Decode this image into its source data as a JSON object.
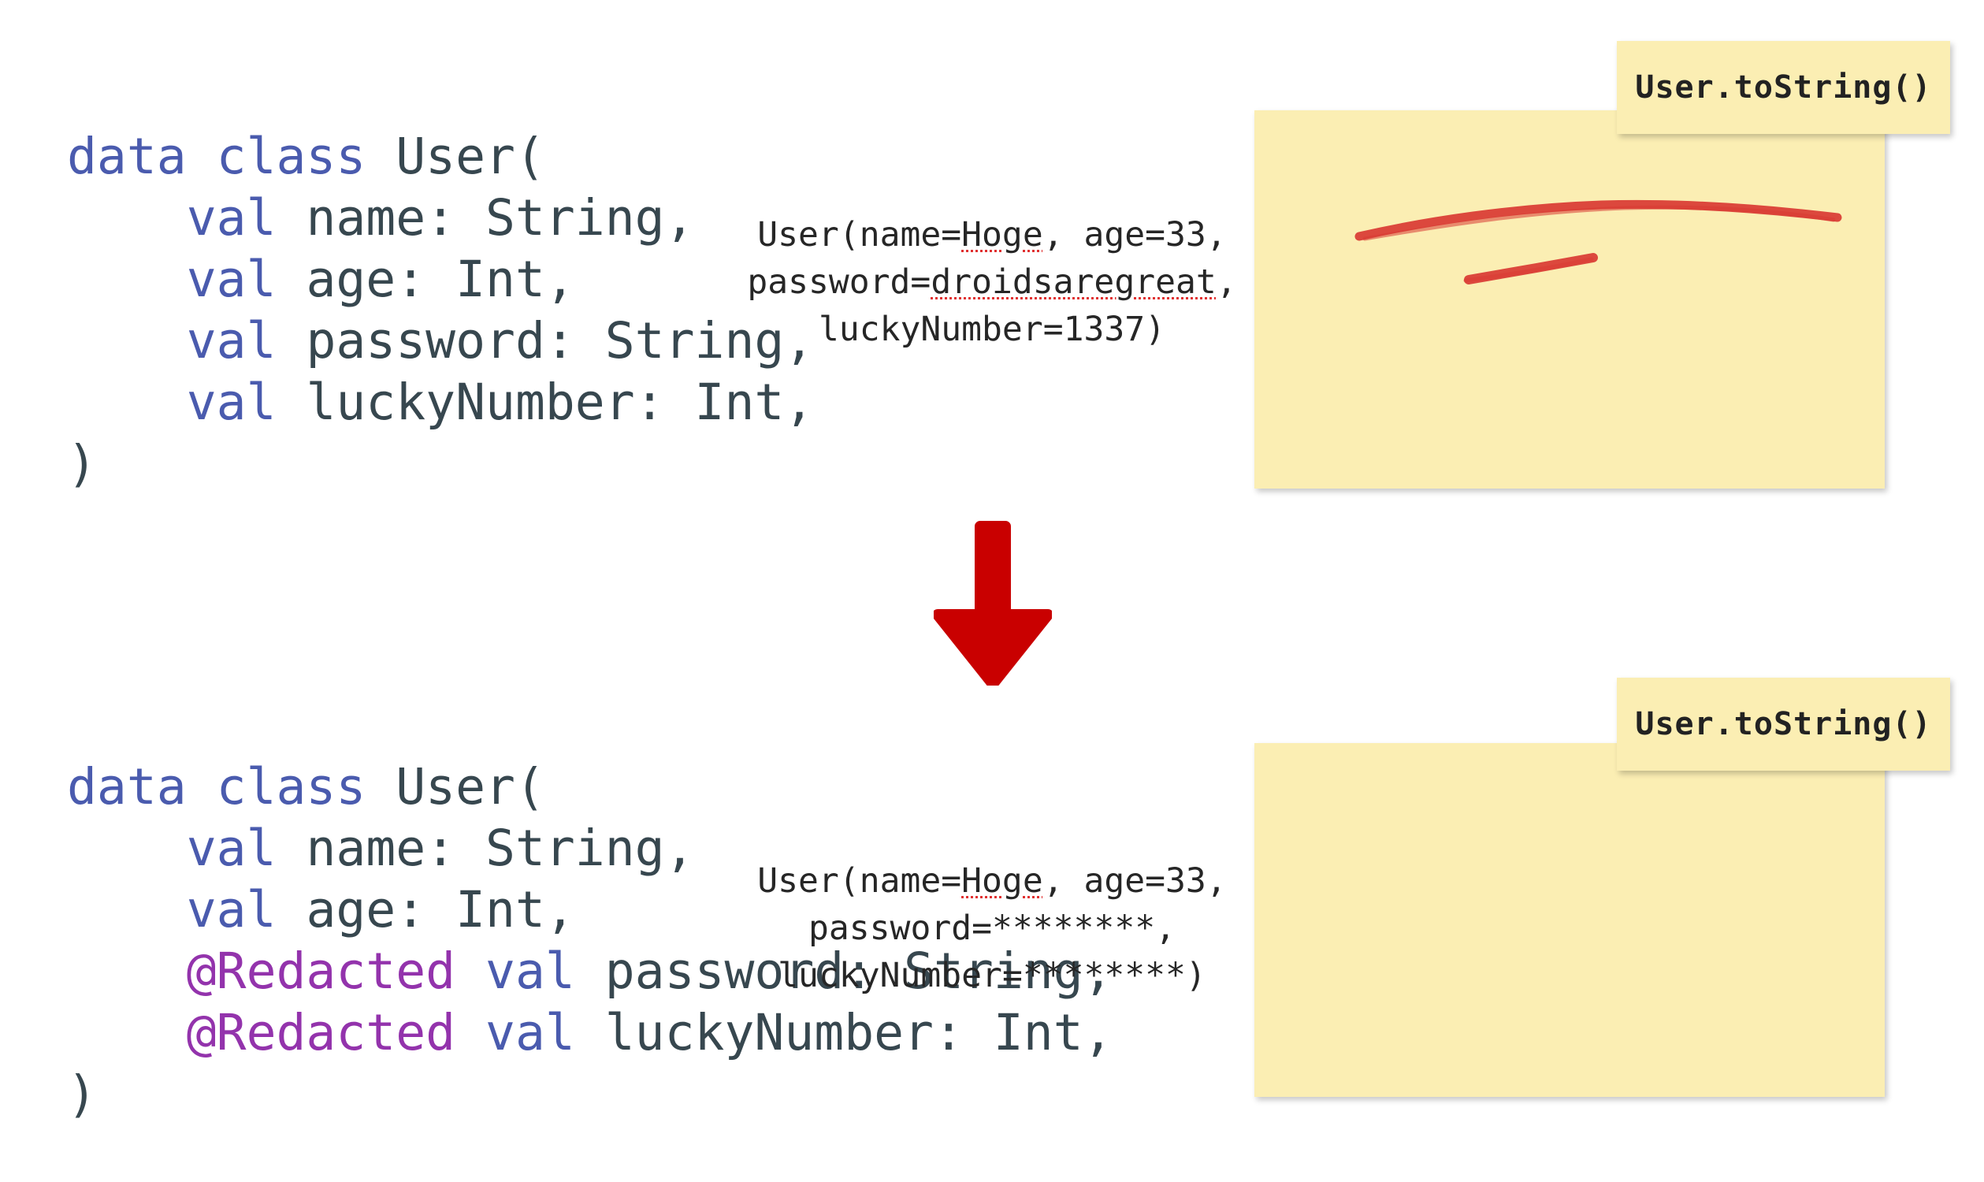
{
  "code_before": {
    "lines": [
      [
        {
          "t": "data class ",
          "c": "kw"
        },
        {
          "t": "User(",
          "c": "pln"
        }
      ],
      [
        {
          "t": "    ",
          "c": "pln"
        },
        {
          "t": "val",
          "c": "kw"
        },
        {
          "t": " name: String,",
          "c": "pln"
        }
      ],
      [
        {
          "t": "    ",
          "c": "pln"
        },
        {
          "t": "val",
          "c": "kw"
        },
        {
          "t": " age: Int,",
          "c": "pln"
        }
      ],
      [
        {
          "t": "    ",
          "c": "pln"
        },
        {
          "t": "val",
          "c": "kw"
        },
        {
          "t": " password: String,",
          "c": "pln"
        }
      ],
      [
        {
          "t": "    ",
          "c": "pln"
        },
        {
          "t": "val",
          "c": "kw"
        },
        {
          "t": " luckyNumber: Int,",
          "c": "pln"
        }
      ],
      [
        {
          "t": ")",
          "c": "pln"
        }
      ]
    ]
  },
  "code_after": {
    "lines": [
      [
        {
          "t": "data class ",
          "c": "kw"
        },
        {
          "t": "User(",
          "c": "pln"
        }
      ],
      [
        {
          "t": "    ",
          "c": "pln"
        },
        {
          "t": "val",
          "c": "kw"
        },
        {
          "t": " name: String,",
          "c": "pln"
        }
      ],
      [
        {
          "t": "    ",
          "c": "pln"
        },
        {
          "t": "val",
          "c": "kw"
        },
        {
          "t": " age: Int,",
          "c": "pln"
        }
      ],
      [
        {
          "t": "    ",
          "c": "pln"
        },
        {
          "t": "@Redacted",
          "c": "ann"
        },
        {
          "t": " ",
          "c": "pln"
        },
        {
          "t": "val",
          "c": "kw"
        },
        {
          "t": " password: String,",
          "c": "pln"
        }
      ],
      [
        {
          "t": "    ",
          "c": "pln"
        },
        {
          "t": "@Redacted",
          "c": "ann"
        },
        {
          "t": " ",
          "c": "pln"
        },
        {
          "t": "val",
          "c": "kw"
        },
        {
          "t": " luckyNumber: Int,",
          "c": "pln"
        }
      ],
      [
        {
          "t": ")",
          "c": "pln"
        }
      ]
    ]
  },
  "note_top": {
    "label": "User.toString()",
    "lines": [
      [
        {
          "t": "User(name="
        },
        {
          "t": "Hoge",
          "spell": true
        },
        {
          "t": ", age=33,"
        }
      ],
      [
        {
          "t": "password="
        },
        {
          "t": "droidsaregreat",
          "spell": true
        },
        {
          "t": ","
        }
      ],
      [
        {
          "t": "luckyNumber=1337)"
        }
      ]
    ],
    "plain_text": "User(name=Hoge, age=33,\npassword=droidsaregreat,\nluckyNumber=1337)"
  },
  "note_bottom": {
    "label": "User.toString()",
    "lines": [
      [
        {
          "t": "User(name="
        },
        {
          "t": "Hoge",
          "spell": true
        },
        {
          "t": ", age=33,"
        }
      ],
      [
        {
          "t": "password=********,"
        }
      ],
      [
        {
          "t": "luckyNumber=********)"
        }
      ]
    ],
    "plain_text": "User(name=Hoge, age=33,\npassword=********,\nluckyNumber=********)"
  },
  "arrow": {
    "name": "down-arrow",
    "color": "#c90000",
    "direction": "down"
  },
  "colors": {
    "keyword": "#4a5bae",
    "annotation": "#9333ac",
    "code_text": "#37474f",
    "sticky_note": "#fbeeb3",
    "note_text": "#262626",
    "marker_red": "#d93a33",
    "spellcheck_red": "#e03030",
    "arrow_red": "#c90000",
    "background": "#ffffff"
  }
}
